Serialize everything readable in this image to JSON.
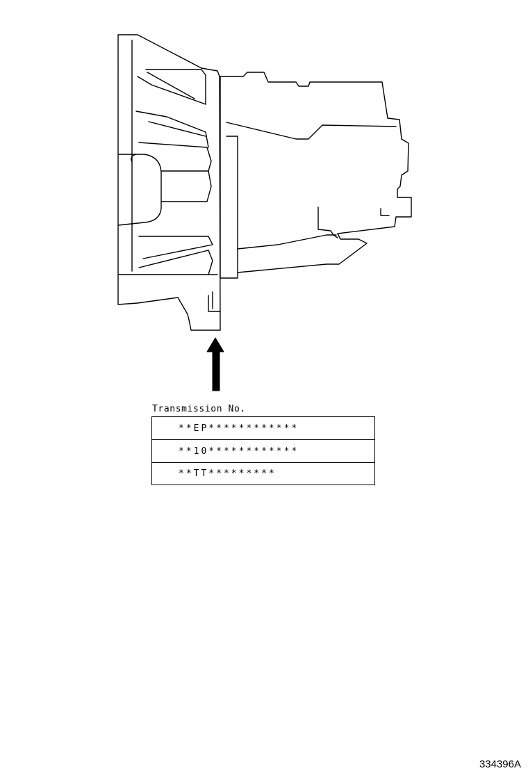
{
  "caption": "Transmission No.",
  "codes": [
    "**EP************",
    "**10************",
    "**TT*********"
  ],
  "figure_id": "334396A",
  "colors": {
    "line": "#000000",
    "background": "#ffffff"
  },
  "icons": {
    "pointer": "up-arrow-icon"
  }
}
